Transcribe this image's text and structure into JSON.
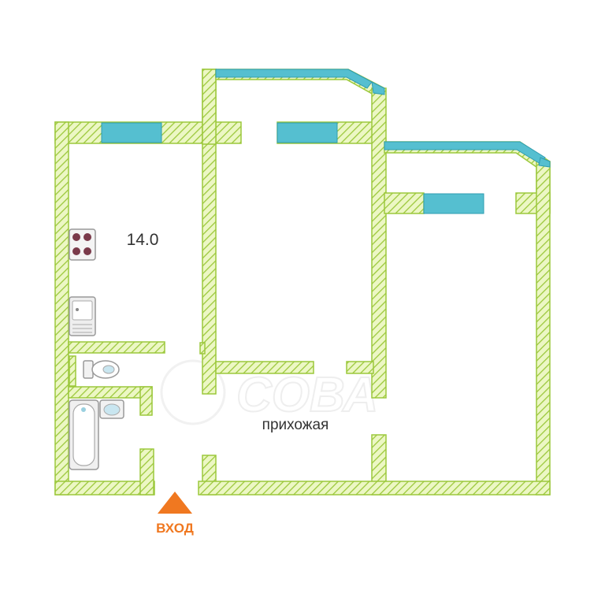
{
  "plan": {
    "kitchen_area": "14.0",
    "hallway_label": "прихожая",
    "entrance_label": "ВХОД",
    "watermark": "СОВА"
  },
  "colors": {
    "wall_fill": "#ecf7c4",
    "wall_hatch": "#9cc83c",
    "window": "#55bfd0",
    "window_stroke": "#2f9cb0",
    "entrance": "#f07820",
    "text": "#333333",
    "stove": "#7a3a4a"
  },
  "icons": {
    "stove": "stove-icon",
    "sink": "kitchen-sink-icon",
    "toilet": "toilet-icon",
    "bathtub": "bathtub-icon",
    "washbasin": "washbasin-icon",
    "entrance": "entrance-arrow-icon"
  }
}
